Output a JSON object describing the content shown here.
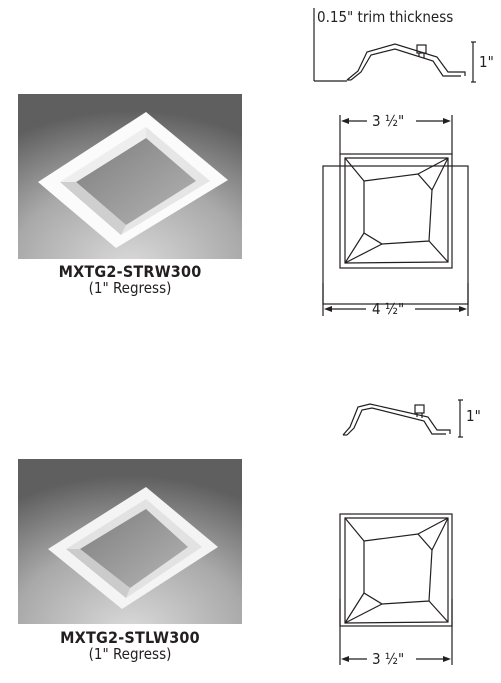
{
  "products": [
    {
      "model": "MXTG2-STRW300",
      "regress_note": "(1\" Regress)",
      "profile": {
        "trim_thickness_label": "0.15\" trim thickness",
        "height_label": "1\""
      },
      "plan": {
        "inner_width_label": "3 ½\"",
        "outer_width_label": "4 ½\""
      }
    },
    {
      "model": "MXTG2-STLW300",
      "regress_note": "(1\" Regress)",
      "profile": {
        "height_label": "1\""
      },
      "plan": {
        "width_label": "3 ½\""
      }
    }
  ],
  "colors": {
    "line": "#231f20",
    "photo_bg_dark": "#5e5e5e",
    "photo_bg_light": "#d4d4d4",
    "trim_white": "#f7f7f7",
    "lens_grey": "#9a9a9a"
  },
  "icons": [
    "dimension-arrow-icon"
  ]
}
